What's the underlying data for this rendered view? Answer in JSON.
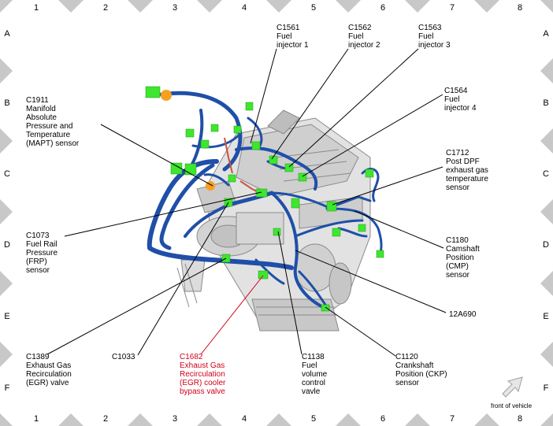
{
  "grid": {
    "columns": [
      "1",
      "2",
      "3",
      "4",
      "5",
      "6",
      "7",
      "8"
    ],
    "rows": [
      "A",
      "B",
      "C",
      "D",
      "E",
      "F"
    ]
  },
  "callouts": [
    {
      "id": "c1561",
      "lines": [
        "C1561",
        "Fuel",
        "injector 1"
      ]
    },
    {
      "id": "c1562",
      "lines": [
        "C1562",
        "Fuel",
        "injector 2"
      ]
    },
    {
      "id": "c1563",
      "lines": [
        "C1563",
        "Fuel",
        "injector 3"
      ]
    },
    {
      "id": "c1564",
      "lines": [
        "C1564",
        "Fuel",
        "injector 4"
      ]
    },
    {
      "id": "c1911",
      "lines": [
        "C1911",
        "Manifold",
        "Absolute",
        "Pressure and",
        "Temperature",
        "(MAPT) sensor"
      ]
    },
    {
      "id": "c1712",
      "lines": [
        "C1712",
        "Post DPF",
        "exhaust gas",
        "temperature",
        "sensor"
      ]
    },
    {
      "id": "c1073",
      "lines": [
        "C1073",
        "Fuel Rail",
        "Pressure",
        "(FRP)",
        "sensor"
      ]
    },
    {
      "id": "c1180",
      "lines": [
        "C1180",
        "Camshaft",
        "Position",
        "(CMP)",
        "sensor"
      ]
    },
    {
      "id": "h12a690",
      "lines": [
        "12A690"
      ]
    },
    {
      "id": "c1389",
      "lines": [
        "C1389",
        "Exhaust Gas",
        "Recirculation",
        "(EGR) valve"
      ]
    },
    {
      "id": "c1033",
      "lines": [
        "C1033"
      ]
    },
    {
      "id": "c1682",
      "lines": [
        "C1682",
        "Exhaust Gas",
        "Recirculation",
        "(EGR) cooler",
        "bypass valve"
      ]
    },
    {
      "id": "c1138",
      "lines": [
        "C1138",
        "Fuel",
        "volume",
        "control",
        "vavle"
      ]
    },
    {
      "id": "c1120",
      "lines": [
        "C1120",
        "Crankshaft",
        "Position (CKP)",
        "sensor"
      ]
    }
  ],
  "front_label": "front of vehicle",
  "colors": {
    "harness": "#1f4fa8",
    "connector": "#3ee62e",
    "highlight": "#f5a020",
    "engine": "#b8b8b8",
    "callout_red": "#d0021b",
    "frame_marker": "#c8c8c8"
  }
}
